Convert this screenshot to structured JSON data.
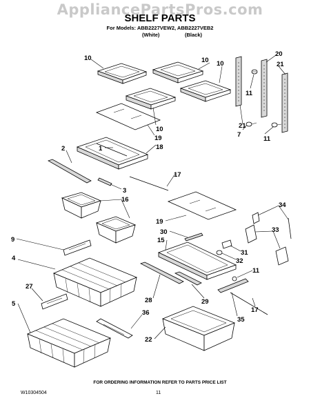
{
  "header": {
    "watermark": "AppliancePartsPros.com",
    "title": "SHELF PARTS",
    "models_line": "For Models: ABB2227VEW2, ABB2227VEB2",
    "color_white": "(White)",
    "color_black": "(Black)"
  },
  "callouts": [
    "10",
    "10",
    "10",
    "10",
    "20",
    "21",
    "11",
    "21",
    "7",
    "11",
    "19",
    "2",
    "1",
    "18",
    "17",
    "3",
    "16",
    "19",
    "34",
    "30",
    "15",
    "33",
    "31",
    "9",
    "32",
    "4",
    "11",
    "28",
    "29",
    "27",
    "36",
    "35",
    "5",
    "22",
    "17"
  ],
  "footer": {
    "note": "FOR ORDERING INFORMATION REFER TO PARTS PRICE LIST",
    "doc_number": "W10304504",
    "page_number": "11"
  }
}
